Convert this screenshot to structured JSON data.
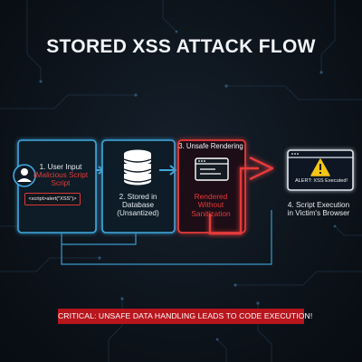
{
  "title": "STORED XSS ATTACK FLOW",
  "steps": [
    {
      "label": "1. User Input",
      "note": "(Malicious Script",
      "code": "<script>alert(\"XSS\")>"
    },
    {
      "label_lines": [
        "2. Stored in",
        "Database",
        "(Unsantized)"
      ]
    },
    {
      "label": "3. Unsafe Rendering",
      "note_lines": [
        "Rendered",
        "Without",
        "Sanitization"
      ]
    },
    {
      "alert": "ALERT: XSS Executed!",
      "label_lines": [
        "4. Script Execution",
        "in Victim's Browser"
      ]
    }
  ],
  "banner": "CRITICAL: UNSAFE DATA HANDLING LEADS TO CODE EXECUTION!",
  "colors": {
    "accent_blue": "#3fa9e0",
    "danger_red": "#e53a3a",
    "warning_yellow": "#f5c518",
    "background": "#0c1118"
  },
  "icons": [
    "user-icon",
    "database-icon",
    "browser-window-icon",
    "warning-icon"
  ]
}
